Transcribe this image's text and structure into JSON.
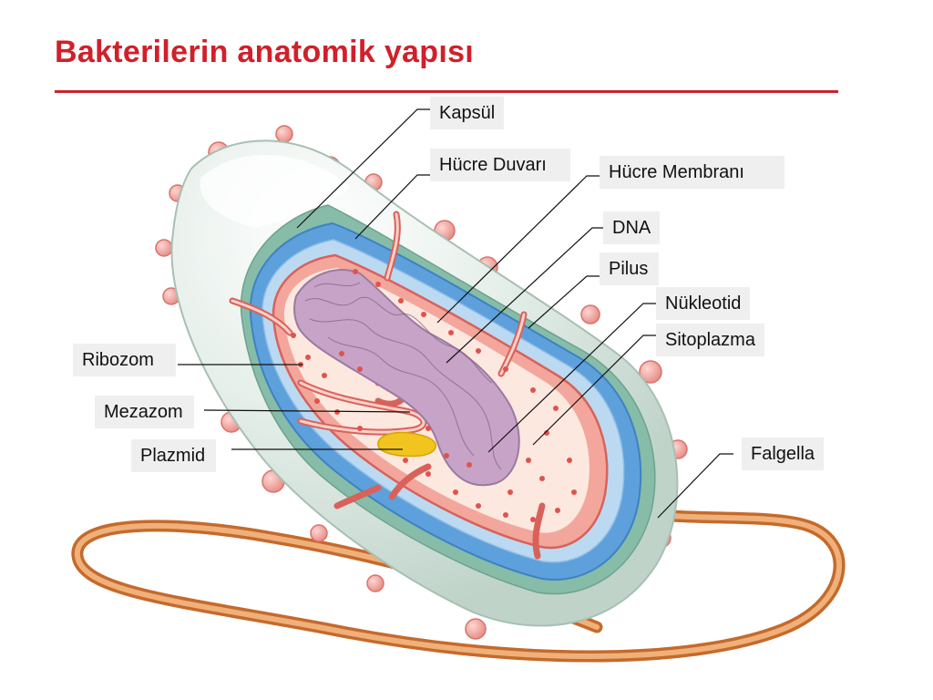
{
  "title": "Bakterilerin anatomik yapısı",
  "colors": {
    "title": "#d0202a",
    "capsule": "#d7e6df",
    "cell_wall": "#4f9ad8",
    "membrane": "#e27c74",
    "cytoplasm": "#fbe7dc",
    "dna": "#b898b8",
    "flagellum": "#d98a4a",
    "pilus": "#f1a1a1",
    "plasmid": "#f0c020"
  },
  "labels": {
    "kapsul": "Kapsül",
    "hucre_duvari": "Hücre Duvarı",
    "hucre_membrani": "Hücre Membranı",
    "dna": "DNA",
    "pilus": "Pilus",
    "nukleotid": "Nükleotid",
    "sitoplazma": "Sitoplazma",
    "ribozom": "Ribozom",
    "mezazom": "Mezazom",
    "plazmid": "Plazmid",
    "falgella": "Falgella"
  }
}
